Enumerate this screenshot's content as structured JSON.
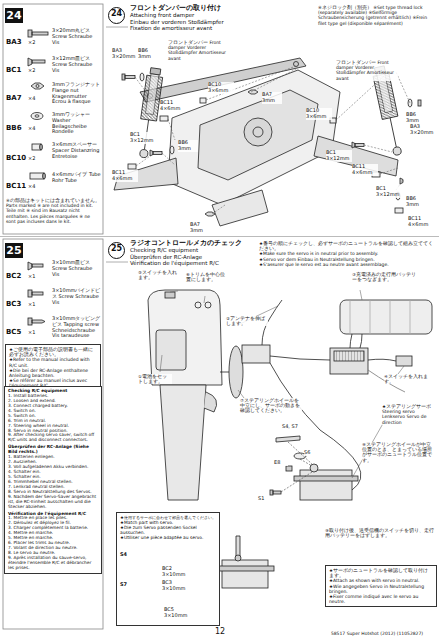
{
  "diagram": {
    "nodes": [
      {
        "text": [
          "フロントダンパーの取り付け",
          "Attaching front damper",
          "Einbau der vorderen Stoßdämpfer",
          "Fixation de amortisseur avant"
        ]
      },
      {
        "text": [
          "★ご使用の電子部品の説明書も一緒に必ずお読みください。",
          "★Refer to the manual included with R/C unit.",
          "★Die bei der RC-Anlage enthaltene Anleitung beachten.",
          "★Se référer au manuel inclus avec l'équipement R/C."
        ]
      },
      {
        "text": [
          "Checking R/C equipment",
          "1. Install batteries.",
          "2. Loosen and extend.",
          "3. Connect charged battery.",
          "4. Switch on.",
          "5. Switch on.",
          "6. Trim in neutral.",
          "7. Steering wheel in neutral.",
          "8. Servo in neutral position.",
          "9. After checking servo saver, switch off R/C units and disconnect connectors.",
          "Überprüfen der RC-Anlage (Siehe Bild rechts.)",
          "1. Batterien einlegen.",
          "2. Ausziehen.",
          "3. Voll aufgeladenen Akku verbinden.",
          "4. Schalter ein.",
          "5. Schalter ein.",
          "6. Trimmhebel neutral stellen.",
          "7. Lenkrad neutral stellen.",
          "8. Servo in Neutralstellung des Servos.",
          "9. Nachdem der Servo-Saver angebracht ist, die RC-Einheit ausschalten und die Stecker abziehen.",
          "Vérification de l'équipement R/C",
          "1. Mettre en place les piles.",
          "2. Déroulez et déployez le fil.",
          "3. Charger complètement la batterie.",
          "4. Mettre en marche.",
          "5. Mettre en marche.",
          "6. Placer les trims au neutre.",
          "7. Volant de direction au neutre.",
          "8. Le servo au neutre.",
          "9. Après installation du sauve-servo, éteindre l'ensemble R/C et débrancher les prises."
        ]
      },
      {
        "text": [
          "ラジオコントロールメカのチェック",
          "Checking R/C equipment",
          "Überprüfen der RC-Anlage",
          "Vérification de l'équipement R/C"
        ]
      },
      {
        "text": [
          "★番号の順にチェックし、必ずサーボのニュートラルを確認して組み立ててください。",
          "★Make sure the servo is in neutral prior to assembly.",
          "★Servo vor dem Einbau in Neutralstellung bringen.",
          "★S'assurer que le servo est au neutre avant assemblage."
        ]
      },
      {
        "text": [
          "★使用するサーボに合わせて部品を選んでください。",
          "★Match part with servo.",
          "★Die zum Servo passenden Sockel aussuchen.",
          "★Utiliser une pièce adaptée au servo."
        ]
      },
      {
        "text": [
          "★サーボのニュートラルを確認して取り付けます。",
          "★Attach as shown with servo in neutral.",
          "★Wie angegeben Servo in Neutralstellung bringen.",
          "★Fixer comme indiqué avec le servo au neutre."
        ]
      }
    ],
    "labels": [
      "24",
      "BA3",
      "×2",
      "3×20mm丸ビス Screw Schraube Vis",
      "BC1",
      "×2",
      "3×12mm皿ビス Screw Schraube Vis",
      "BA7",
      "×4",
      "3mmフランジナット Flange nut Kragenmutter Écrou à flasque",
      "BB6",
      "×4",
      "3mmワッシャー Washer Beilagscheibe Rondelle",
      "BC10",
      "×2",
      "3×6mmスペーサー Spacer Distanzring Entretoise",
      "BC11",
      "×4",
      "4×6mmパイプ Tube Rohr Tube",
      "※の部品はキットには含まれていません。 Parts marked ※ are not included in kit. Teile mit ※ sind im Bausatz nicht enthalten. Les pièces marquées ※ ne sont pas incluses dans le kit.",
      "24",
      "※ネジロック剤（別売） ※Set type thread lock (separately available) ※Gelförmige Schraubensicherung (getrennt erhältlich) ※Frein filet type gel (disponible séparément)",
      "BA3 3×20mm",
      "BB6 3mm",
      "フロントダンパー Front damper Vorderer Stoßdämpfer Amortisseur avant",
      "BC10 3×6mm",
      "BC11 4×6mm",
      "BA7 3mm",
      "BC1 3×12mm",
      "BB6 3mm",
      "BC11 4×6mm",
      "BA7 3mm",
      "フロントダンパー Front damper Vorderer Stoßdämpfer Amortisseur avant",
      "BC10 3×6mm",
      "BB6 3mm",
      "BA3 3×20mm",
      "BC1 3×12mm",
      "BC11 4×6mm",
      "BC1 3×12mm",
      "BB6 3mm",
      "BC11 4×6mm",
      "25",
      "BC2",
      "×1",
      "3×10mm皿ビス Screw Schraube Vis",
      "BC3",
      "×1",
      "3×10mmバインドビス Screw Schraube Vis",
      "BC5",
      "×1",
      "3×10mmタッピングビス Tapping screw Schneidschraube Vis taraudeuse",
      "25",
      "⑤スイッチを入れます。",
      "⑥トリムを中心位置にします。",
      "②アンテナを伸ばします。",
      "①電池をセットします。",
      "⑦ステアリングホイールを中立にし、サーボの動きを確認してください。",
      "③充電済みの走行用バッテリーをつなぎます。",
      "④スイッチを入れます。",
      "S4, S7",
      "S6",
      "E8",
      "S1",
      "★ステアリングサーボ Steering servo Lenkservo Servo de direction",
      "⑧ステアリングホイールが中立位置のとき、とまっている場所がサーボのニュートラル位置です。",
      "⑨取り付け後、送受信機のスイッチを切り、走行用バッテリーをはずします。",
      "S4",
      "BC2 3×10mm",
      "BC3 3×10mm",
      "S7",
      "BC5 3×10mm",
      "12",
      "58517 Super Hotshot (2012) (11052827)"
    ]
  }
}
